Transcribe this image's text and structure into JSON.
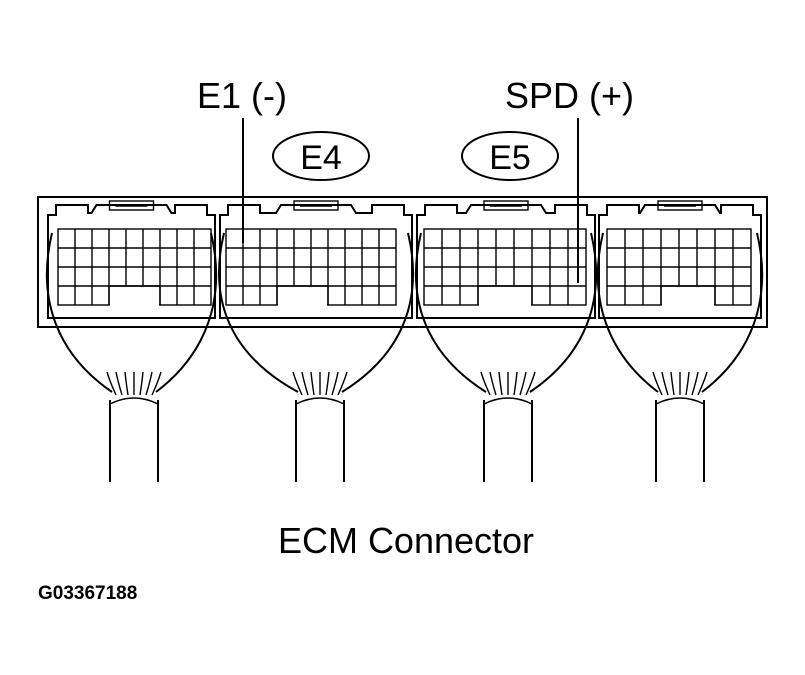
{
  "diagram": {
    "pin_labels": {
      "e1": "E1 (-)",
      "spd": "SPD (+)"
    },
    "connector_ids": {
      "e4": "E4",
      "e5": "E5"
    },
    "caption": "ECM Connector",
    "figure_code": "G03367188",
    "colors": {
      "line": "#000000",
      "background": "#ffffff"
    }
  }
}
